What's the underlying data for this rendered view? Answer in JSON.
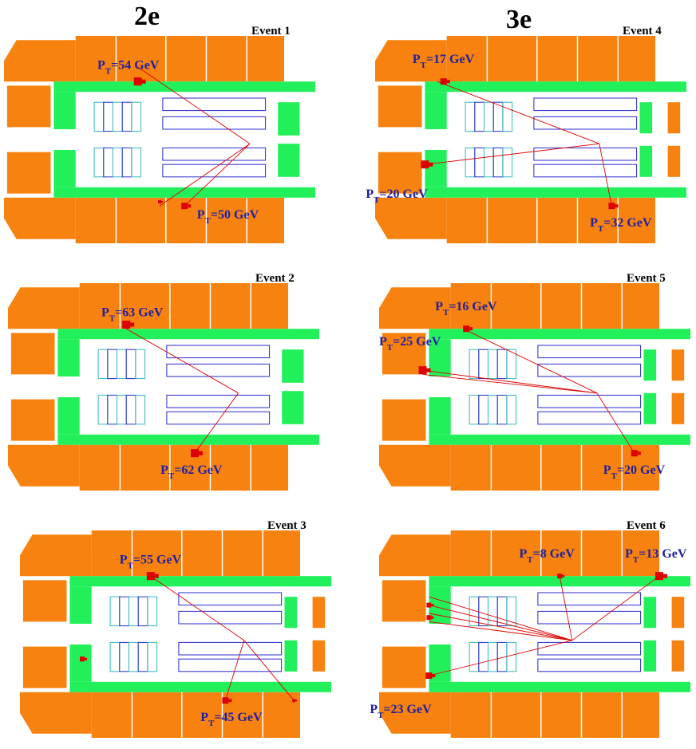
{
  "columns": [
    {
      "title": "2e"
    },
    {
      "title": "3e"
    }
  ],
  "colors": {
    "calorimeter": "#f7820f",
    "preshower": "#22f05a",
    "deposit": "#dd0000",
    "track": "#dd0000",
    "chamber_inner": "#2a2acc",
    "chamber_outer": "#33b8b8",
    "label": "#2020a0",
    "event_label": "#000000"
  },
  "events": [
    {
      "id": 1,
      "label": "Event 1",
      "column": 0,
      "row": 0,
      "style": "a",
      "vertex": [
        0.79,
        0.52
      ],
      "tracks": [
        {
          "to": [
            0.43,
            0.15
          ],
          "pt": "P",
          "sub": "T",
          "val": "=54 GeV",
          "labelPos": [
            0.3,
            0.16
          ]
        },
        {
          "to": [
            0.58,
            0.82
          ],
          "pt": "P",
          "sub": "T",
          "val": "=50 GeV",
          "labelPos": [
            0.62,
            0.88
          ]
        },
        {
          "to": [
            0.5,
            0.82
          ]
        }
      ],
      "deposits": [
        [
          0.43,
          0.22,
          5
        ],
        [
          0.58,
          0.82,
          4
        ],
        [
          0.5,
          0.8,
          2
        ]
      ]
    },
    {
      "id": 4,
      "label": "Event 4",
      "column": 1,
      "row": 0,
      "style": "b",
      "vertex": [
        0.72,
        0.52
      ],
      "tracks": [
        {
          "to": [
            0.2,
            0.22
          ],
          "pt": "P",
          "sub": "T",
          "val": "=17 GeV",
          "labelPos": [
            0.12,
            0.13
          ]
        },
        {
          "to": [
            0.16,
            0.62
          ],
          "pt": "P",
          "sub": "T",
          "val": "=20 GeV",
          "labelPos": [
            -0.03,
            0.78
          ]
        },
        {
          "to": [
            0.76,
            0.82
          ],
          "pt": "P",
          "sub": "T",
          "val": "=32 GeV",
          "labelPos": [
            0.69,
            0.92
          ]
        }
      ],
      "deposits": [
        [
          0.22,
          0.22,
          4
        ],
        [
          0.16,
          0.62,
          5
        ],
        [
          0.76,
          0.82,
          4
        ]
      ]
    },
    {
      "id": 2,
      "label": "Event 2",
      "column": 0,
      "row": 1,
      "style": "a",
      "vertex": [
        0.74,
        0.53
      ],
      "tracks": [
        {
          "to": [
            0.38,
            0.22
          ],
          "pt": "P",
          "sub": "T",
          "val": "=63 GeV",
          "labelPos": [
            0.3,
            0.16
          ]
        },
        {
          "to": [
            0.6,
            0.82
          ],
          "pt": "P",
          "sub": "T",
          "val": "=62 GeV",
          "labelPos": [
            0.49,
            0.92
          ]
        }
      ],
      "deposits": [
        [
          0.38,
          0.2,
          5
        ],
        [
          0.6,
          0.82,
          5
        ]
      ]
    },
    {
      "id": 5,
      "label": "Event 5",
      "column": 1,
      "row": 1,
      "style": "b",
      "vertex": [
        0.7,
        0.53
      ],
      "tracks": [
        {
          "to": [
            0.27,
            0.22
          ],
          "pt": "P",
          "sub": "T",
          "val": "=16 GeV",
          "labelPos": [
            0.18,
            0.13
          ]
        },
        {
          "to": [
            0.14,
            0.42
          ],
          "pt": "P",
          "sub": "T",
          "val": "=25 GeV",
          "labelPos": [
            0.0,
            0.3
          ]
        },
        {
          "to": [
            0.82,
            0.82
          ],
          "pt": "P",
          "sub": "T",
          "val": "=20 GeV",
          "labelPos": [
            0.72,
            0.92
          ]
        },
        {
          "to": [
            0.14,
            0.44
          ]
        }
      ],
      "deposits": [
        [
          0.28,
          0.22,
          4
        ],
        [
          0.14,
          0.42,
          5
        ],
        [
          0.82,
          0.82,
          4
        ]
      ]
    },
    {
      "id": 3,
      "label": "Event 3",
      "column": 0,
      "row": 2,
      "style": "b",
      "vertex": [
        0.72,
        0.53
      ],
      "tracks": [
        {
          "to": [
            0.42,
            0.22
          ],
          "pt": "P",
          "sub": "T",
          "val": "=55 GeV",
          "labelPos": [
            0.32,
            0.16
          ]
        },
        {
          "to": [
            0.66,
            0.82
          ],
          "pt": "P",
          "sub": "T",
          "val": "=45 GeV",
          "labelPos": [
            0.58,
            0.92
          ]
        },
        {
          "to": [
            0.88,
            0.82
          ]
        }
      ],
      "deposits": [
        [
          0.42,
          0.22,
          5
        ],
        [
          0.66,
          0.82,
          4
        ],
        [
          0.88,
          0.82,
          2
        ],
        [
          0.2,
          0.62,
          3
        ]
      ]
    },
    {
      "id": 6,
      "label": "Event 6",
      "column": 1,
      "row": 2,
      "style": "b",
      "vertex": [
        0.62,
        0.53
      ],
      "tracks": [
        {
          "to": [
            0.58,
            0.22
          ],
          "pt": "P",
          "sub": "T",
          "val": "=8 GeV",
          "labelPos": [
            0.45,
            0.13
          ]
        },
        {
          "to": [
            0.9,
            0.22
          ],
          "pt": "P",
          "sub": "T",
          "val": "=13 GeV",
          "labelPos": [
            0.79,
            0.13
          ]
        },
        {
          "to": [
            0.16,
            0.7
          ],
          "pt": "P",
          "sub": "T",
          "val": "=23 GeV",
          "labelPos": [
            -0.03,
            0.88
          ]
        },
        {
          "to": [
            0.16,
            0.32
          ]
        },
        {
          "to": [
            0.16,
            0.36
          ]
        },
        {
          "to": [
            0.16,
            0.4
          ]
        },
        {
          "to": [
            0.16,
            0.44
          ]
        }
      ],
      "deposits": [
        [
          0.58,
          0.22,
          3
        ],
        [
          0.9,
          0.22,
          5
        ],
        [
          0.16,
          0.7,
          4
        ],
        [
          0.16,
          0.36,
          3
        ],
        [
          0.16,
          0.42,
          3
        ]
      ]
    }
  ]
}
